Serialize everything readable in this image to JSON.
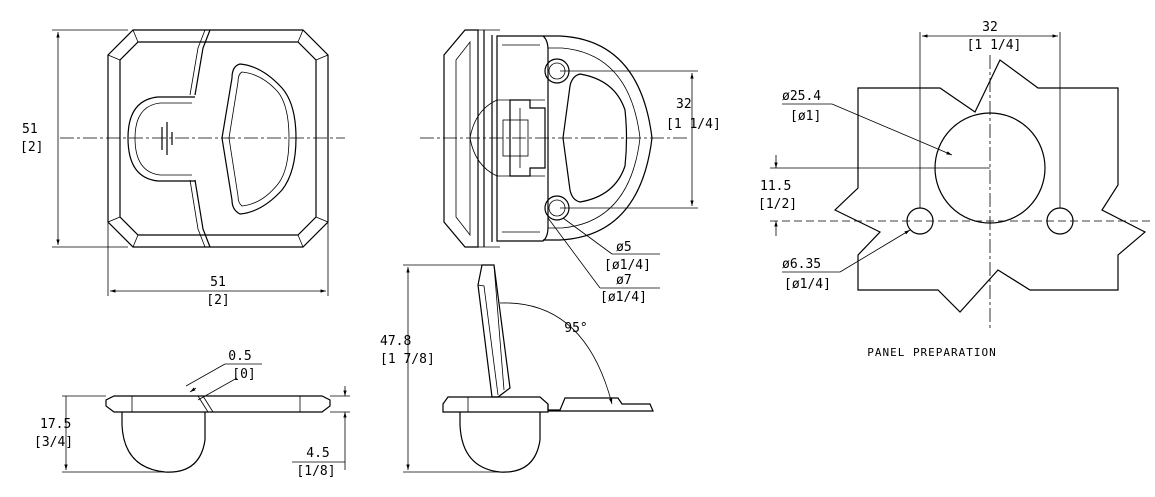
{
  "front_view": {
    "height_mm": "51",
    "height_in": "[2]",
    "width_mm": "51",
    "width_in": "[2]"
  },
  "side_view": {
    "thickness_mm": "0.5",
    "thickness_in": "[0]",
    "depth_mm": "17.5",
    "depth_in": "[3/4]",
    "flange_mm": "4.5",
    "flange_in": "[1/8]"
  },
  "rear_view": {
    "hole_spacing_mm": "32",
    "hole_spacing_in": "[1 1/4]",
    "hole_dia_mm": "ø5",
    "hole_dia_in": "[ø1/4]",
    "boss_dia_mm": "ø7",
    "boss_dia_in": "[ø1/4]"
  },
  "open_view": {
    "height_mm": "47.8",
    "height_in": "[1 7/8]",
    "angle": "95°"
  },
  "panel": {
    "spacing_mm": "32",
    "spacing_in": "[1 1/4]",
    "center_dia_mm": "ø25.4",
    "center_dia_in": "[ø1]",
    "offset_mm": "11.5",
    "offset_in": "[1/2]",
    "hole_dia_mm": "ø6.35",
    "hole_dia_in": "[ø1/4]",
    "title": "PANEL PREPARATION"
  }
}
